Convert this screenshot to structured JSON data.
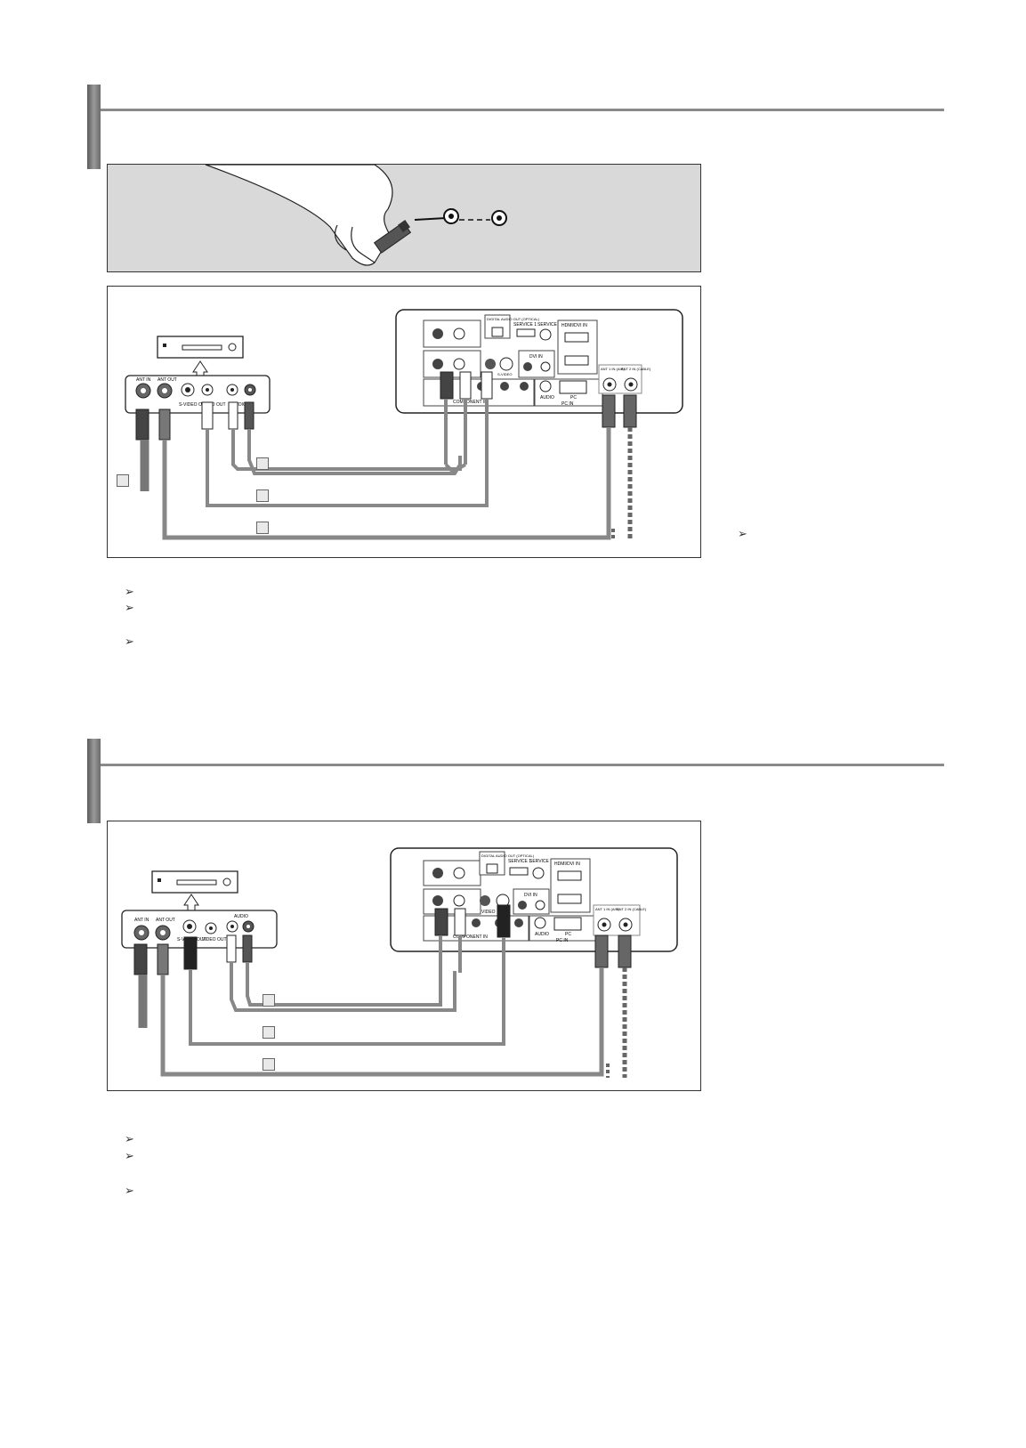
{
  "figure1": {
    "tv_labels": {
      "digital_audio_out": "DIGITAL AUDIO OUT (OPTICAL)",
      "service1": "SERVICE 1",
      "service2": "SERVICE 2",
      "hdmi_dvi_in": "HDMI/DVI IN",
      "s_video": "S-VIDEO",
      "dvi_in": "DVI IN",
      "audio": "AUDIO",
      "component_in": "COMPONENT IN",
      "pc_in": "PC IN",
      "pc": "PC",
      "ant1_in": "ANT 1 IN (AIR)",
      "ant2_in": "ANT 2 IN (CABLE)"
    },
    "vcr_labels": {
      "ant_in": "ANT IN",
      "ant_out": "ANT OUT",
      "s_video_out": "S-VIDEO OUT",
      "video_out": "VIDEO OUT",
      "audio": "AUDIO"
    }
  },
  "figure2": {
    "tv_labels": {
      "digital_audio_out": "DIGITAL AUDIO OUT (OPTICAL)",
      "service1": "SERVICE 1",
      "service2": "SERVICE 2",
      "hdmi_dvi_in": "HDMI/DVI IN",
      "dvi_in": "DVI IN",
      "audio": "AUDIO",
      "video": "VIDEO",
      "component_in": "COMPONENT IN",
      "pc_in": "PC IN",
      "pc": "PC",
      "ant1_in": "ANT 1 IN (AIR)",
      "ant2_in": "ANT 2 IN (CABLE)"
    },
    "vcr_labels": {
      "ant_in": "ANT IN",
      "ant_out": "ANT OUT",
      "s_video_out": "S-VIDEO OUT",
      "video_out": "VIDEO OUT",
      "audio": "AUDIO"
    }
  },
  "icons": {
    "note_arrow": "➢"
  }
}
